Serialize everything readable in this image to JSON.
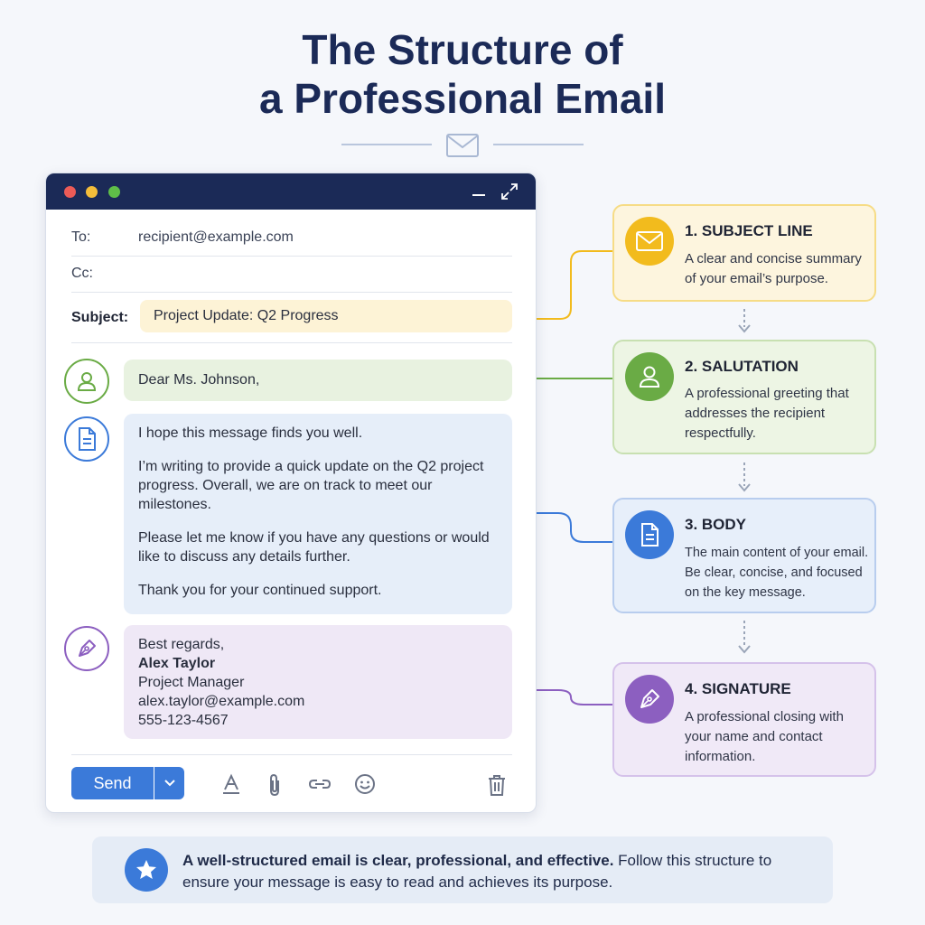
{
  "title": {
    "line1": "The Structure of",
    "line2": "a Professional Email"
  },
  "email": {
    "to_label": "To:",
    "to_value": "recipient@example.com",
    "cc_label": "Cc:",
    "subject_label": "Subject:",
    "subject_value": "Project Update: Q2 Progress",
    "salutation": "Dear Ms. Johnson,",
    "body": [
      "I hope this message finds you well.",
      "I’m writing to provide a quick update on the Q2 project progress. Overall, we are on track to meet our milestones.",
      "Please let me know if you have any questions or would like to discuss any details further.",
      "Thank you for your continued support."
    ],
    "signature": {
      "closing": "Best regards,",
      "name": "Alex Taylor",
      "role": "Project Manager",
      "email": "alex.taylor@example.com",
      "phone": "555-123-4567"
    },
    "send_label": "Send",
    "toolbar_icons": [
      "format-text-icon",
      "attachment-icon",
      "link-icon",
      "emoji-icon",
      "trash-icon"
    ]
  },
  "cards": [
    {
      "title": "1. SUBJECT LINE",
      "desc": "A clear and concise summary of your email’s purpose.",
      "icon": "envelope-icon",
      "color": "#f2bb1d"
    },
    {
      "title": "2. SALUTATION",
      "desc": "A professional greeting that addresses the recipient respectfully.",
      "icon": "person-icon",
      "color": "#6aab45"
    },
    {
      "title": "3. BODY",
      "desc": "The main content of your email. Be clear, concise, and focused on the key message.",
      "icon": "document-icon",
      "color": "#3b7ad9"
    },
    {
      "title": "4. SIGNATURE",
      "desc": "A professional closing with your name and contact information.",
      "icon": "pen-nib-icon",
      "color": "#8c5fc0"
    }
  ],
  "footer": {
    "bold": "A well-structured email is clear, professional, and effective.",
    "rest": " Follow this structure to ensure your message is easy to read and achieves its purpose."
  },
  "colors": {
    "navy": "#1b2a57",
    "subject": "#f2bb1d",
    "salutation": "#6aab45",
    "body": "#3b7ad9",
    "signature": "#8c5fc0"
  }
}
